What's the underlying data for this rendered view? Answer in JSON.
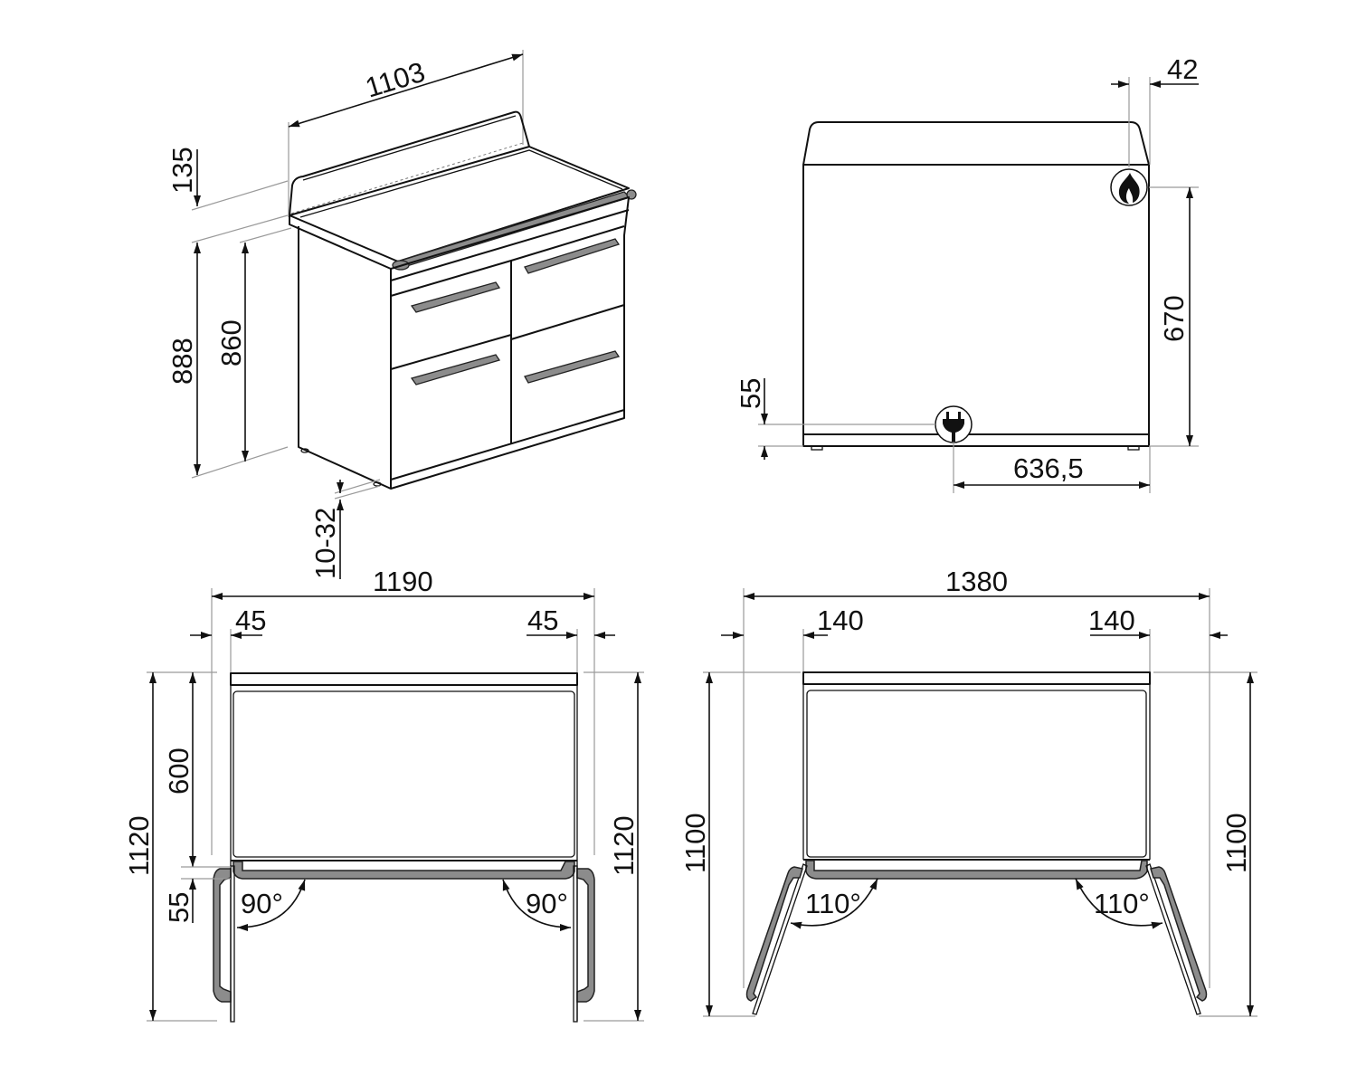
{
  "drawing": {
    "type": "appliance dimension drawing",
    "units": "mm",
    "colors": {
      "line": "#111111",
      "extension_line": "#9a9a9a",
      "handle_fill": "#8c8c8c",
      "background": "#ffffff"
    }
  },
  "isometric_view": {
    "width_label": "1103",
    "backguard_height_label": "135",
    "total_height_label": "888",
    "worktop_height_label": "860",
    "feet_adjust_label": "10-32"
  },
  "side_view": {
    "gas_offset_label": "42",
    "gas_height_label": "670",
    "electric_height_label": "55",
    "electric_depth_label": "636,5",
    "gas_icon": "flame-icon",
    "electric_icon": "plug-icon"
  },
  "top_view_90": {
    "overall_width_label": "1190",
    "left_clearance_label": "45",
    "right_clearance_label": "45",
    "depth_left_label": "1120",
    "depth_right_label": "1120",
    "body_depth_label": "600",
    "door_offset_label": "55",
    "left_angle_label": "90°",
    "right_angle_label": "90°"
  },
  "top_view_110": {
    "overall_width_label": "1380",
    "left_clearance_label": "140",
    "right_clearance_label": "140",
    "depth_left_label": "1100",
    "depth_right_label": "1100",
    "left_angle_label": "110°",
    "right_angle_label": "110°"
  }
}
